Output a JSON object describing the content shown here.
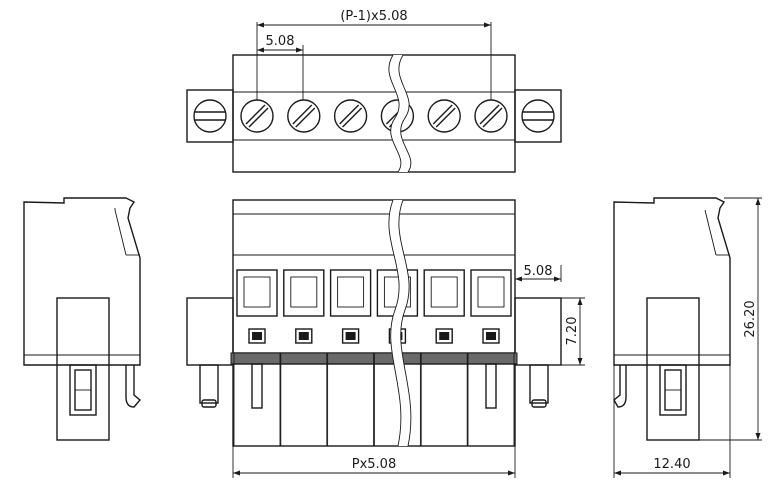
{
  "dimensions": {
    "pitch_span": "(P-1)x5.08",
    "pitch_top": "5.08",
    "pitch_front": "5.08",
    "height_7_20": "7.20",
    "height_26_20": "26.20",
    "width_12_40": "12.40",
    "total_length": "Px5.08"
  },
  "views": {
    "top_screws": 6,
    "front_terminals": 6
  }
}
